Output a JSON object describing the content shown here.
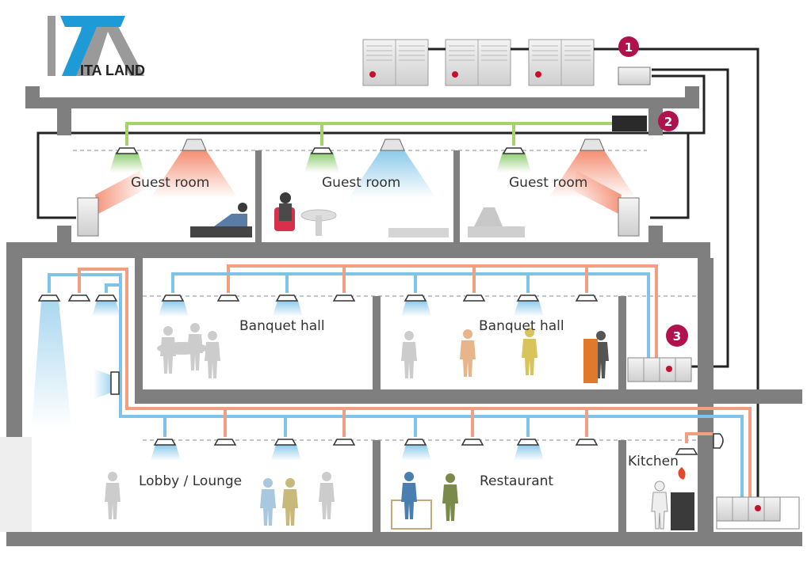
{
  "brand": {
    "name": "ITA LAND"
  },
  "markers": [
    "1",
    "2",
    "3"
  ],
  "rooms": {
    "guest_room_1": "Guest room",
    "guest_room_2": "Guest room",
    "guest_room_3": "Guest room",
    "banquet_hall_1": "Banquet hall",
    "banquet_hall_2": "Banquet hall",
    "lobby": "Lobby / Lounge",
    "restaurant": "Restaurant",
    "kitchen": "Kitchen"
  },
  "colors": {
    "structure": "#7f7f7f",
    "refrigerant_line": "#222222",
    "ventilation_duct": "#a6d26a",
    "cool_duct": "#7fc4e8",
    "warm_duct": "#f0a080",
    "marker": "#b0124e",
    "brand_blue": "#1e9ad6",
    "brand_grey": "#9a9a9a"
  },
  "icons": {
    "outdoor_unit": "outdoor-unit-icon",
    "indoor_cassette": "ceiling-cassette-icon",
    "air_handler": "air-handling-unit-icon",
    "person": "person-silhouette-icon"
  }
}
